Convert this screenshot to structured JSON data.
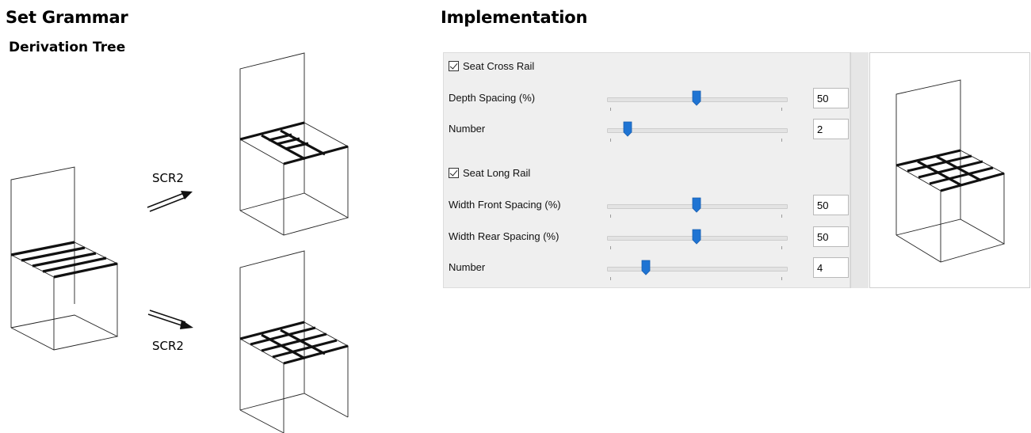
{
  "headings": {
    "set_grammar": "Set Grammar",
    "derivation_tree": "Derivation Tree",
    "implementation": "Implementation"
  },
  "derivation": {
    "rule_top": "SCR2",
    "rule_bottom": "SCR2"
  },
  "panel": {
    "groups": [
      {
        "label": "Seat Cross Rail",
        "checked": true,
        "params": [
          {
            "label": "Depth Spacing (%)",
            "value": "50",
            "slider_fraction": 0.5
          },
          {
            "label": "Number",
            "value": "2",
            "slider_fraction": 0.12
          }
        ]
      },
      {
        "label": "Seat Long Rail",
        "checked": true,
        "params": [
          {
            "label": "Width Front Spacing (%)",
            "value": "50",
            "slider_fraction": 0.5
          },
          {
            "label": "Width Rear Spacing (%)",
            "value": "50",
            "slider_fraction": 0.5
          },
          {
            "label": "Number",
            "value": "4",
            "slider_fraction": 0.22
          }
        ]
      }
    ]
  },
  "colors": {
    "slider_thumb": "#1f74d3",
    "line": "#111111",
    "panel_bg": "#efefef"
  }
}
